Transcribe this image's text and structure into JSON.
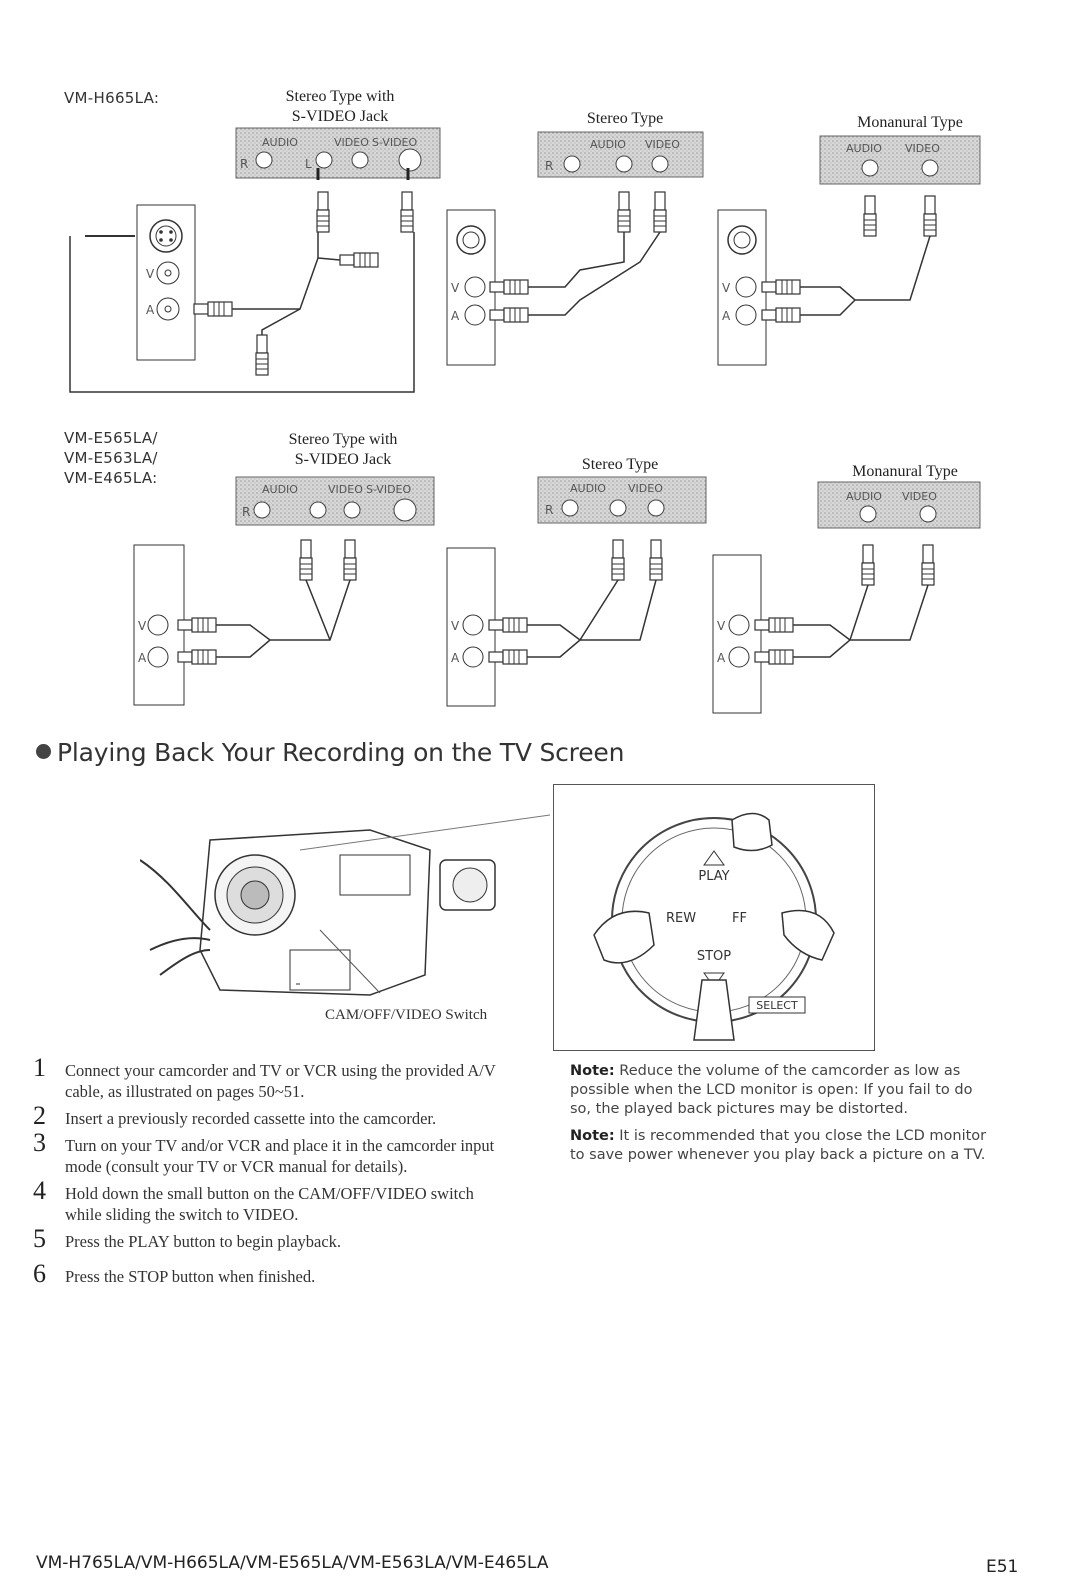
{
  "top_models": "VM-H665LA:",
  "bottom_models": [
    "VM-E565LA/",
    "VM-E563LA/",
    "VM-E465LA:"
  ],
  "panel_titles": {
    "stereo_svideo_1": "Stereo Type with",
    "stereo_svideo_2": "S-VIDEO Jack",
    "stereo": "Stereo Type",
    "monaural": "Monanural Type"
  },
  "jack_labels": {
    "audio": "AUDIO",
    "video": "VIDEO",
    "s_video": "S-VIDEO",
    "r": "R",
    "l": "L",
    "v": "V",
    "a": "A"
  },
  "section_title": "Playing Back Your Recording on the TV Screen",
  "switch_label": "CAM/OFF/VIDEO Switch",
  "control_labels": {
    "play": "PLAY",
    "rew": "REW",
    "ff": "FF",
    "stop": "STOP",
    "select": "SELECT"
  },
  "steps": [
    {
      "num": "1",
      "text": "Connect your camcorder and TV or VCR using the provided A/V cable, as illustrated on pages 50~51."
    },
    {
      "num": "2",
      "text": "Insert a previously recorded cassette into the camcorder."
    },
    {
      "num": "3",
      "text": "Turn on your TV and/or VCR and place it in the camcorder input mode (consult your TV or VCR manual for details)."
    },
    {
      "num": "4",
      "text": "Hold down the small button on the CAM/OFF/VIDEO switch while sliding the switch to VIDEO."
    },
    {
      "num": "5",
      "text": "Press the PLAY button to begin playback."
    },
    {
      "num": "6",
      "text": "Press the STOP button when finished."
    }
  ],
  "notes": [
    {
      "label": "Note:",
      "text": "Reduce the volume of the camcorder as low as possible when the LCD monitor is open: If you fail to do so, the played back pictures may be distorted."
    },
    {
      "label": "Note:",
      "text": "It is recommended that you close the LCD monitor to save power whenever you play back a picture on a TV."
    }
  ],
  "footer": {
    "models": "VM-H765LA/VM-H665LA/VM-E565LA/VM-E563LA/VM-E465LA",
    "page": "E51"
  }
}
